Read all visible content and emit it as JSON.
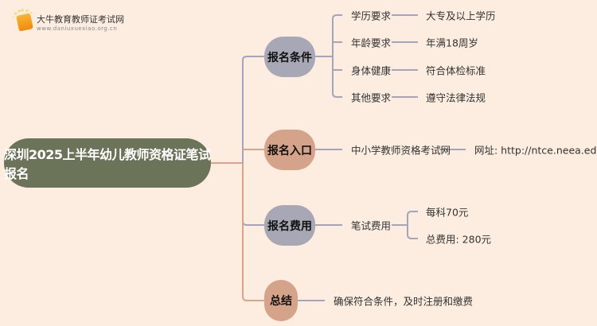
{
  "logo": {
    "title": "大牛教育教师证考试网",
    "url": "www.daniuxuexiao.org.cn"
  },
  "root": {
    "label": "深圳2025上半年幼儿教师资格证笔试报名"
  },
  "branches": {
    "conditions": {
      "label": "报名条件",
      "items": [
        {
          "label": "学历要求",
          "value": "大专及以上学历"
        },
        {
          "label": "年龄要求",
          "value": "年满18周岁"
        },
        {
          "label": "身体健康",
          "value": "符合体检标准"
        },
        {
          "label": "其他要求",
          "value": "遵守法律法规"
        }
      ]
    },
    "entry": {
      "label": "报名入口",
      "site": "中小学教师资格考试网",
      "url": "网址: http://ntce.neea.edu.cn/"
    },
    "fees": {
      "label": "报名费用",
      "item": "笔试费用",
      "values": [
        "每科70元",
        "总费用: 280元"
      ]
    },
    "summary": {
      "label": "总结",
      "text": "确保符合条件，及时注册和缴费"
    }
  },
  "colors": {
    "root": "#6b7359",
    "lavender": "#a8a7b6",
    "salmon": "#d5a389",
    "background": "#fdede0"
  }
}
